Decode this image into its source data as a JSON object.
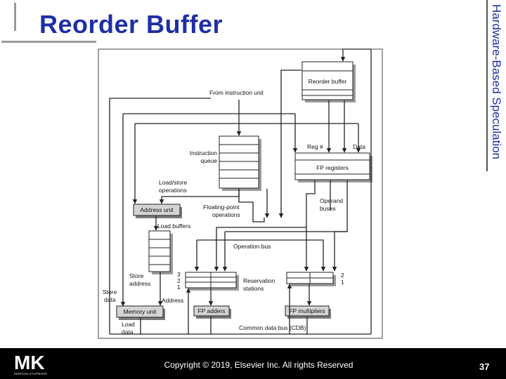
{
  "slide": {
    "title": "Reorder Buffer",
    "section": "Hardware-Based Speculation",
    "copyright": "Copyright © 2019, Elsevier Inc. All rights Reserved",
    "page_number": "37",
    "logo_text": "MK",
    "logo_subtext": "MORGAN KAUFMANN",
    "colors": {
      "title": "#1f2fa6",
      "footer": "#000000",
      "unit_fill": "#d4d4d4"
    }
  },
  "diagram": {
    "labels": {
      "from_instruction_unit": "From instruction unit",
      "instruction_queue_1": "Instruction",
      "instruction_queue_2": "queue",
      "load_store_1": "Load/store",
      "load_store_2": "operations",
      "floating_point_1": "Floating-point",
      "floating_point_2": "operations",
      "load_buffers": "Load buffers",
      "store_address_1": "Store",
      "store_address_2": "address",
      "store_data_1": "Store",
      "store_data_2": "data",
      "address": "Address",
      "load_data_1": "Load",
      "load_data_2": "data",
      "reg_num": "Reg #",
      "data": "Data",
      "operand_buses_1": "Operand",
      "operand_buses_2": "buses",
      "operation_bus": "Operation bus",
      "reservation_stations_1": "Reservation",
      "reservation_stations_2": "stations",
      "cdb": "Common data bus (CDB)",
      "rs_left_3": "3",
      "rs_left_2": "2",
      "rs_left_1": "1",
      "rs_right_2": "2",
      "rs_right_1": "1"
    },
    "units": {
      "reorder_buffer": "Reorder buffer",
      "fp_registers": "FP registers",
      "address_unit": "Address unit",
      "memory_unit": "Memory unit",
      "fp_adders": "FP adders",
      "fp_multipliers": "FP multipliers"
    }
  }
}
